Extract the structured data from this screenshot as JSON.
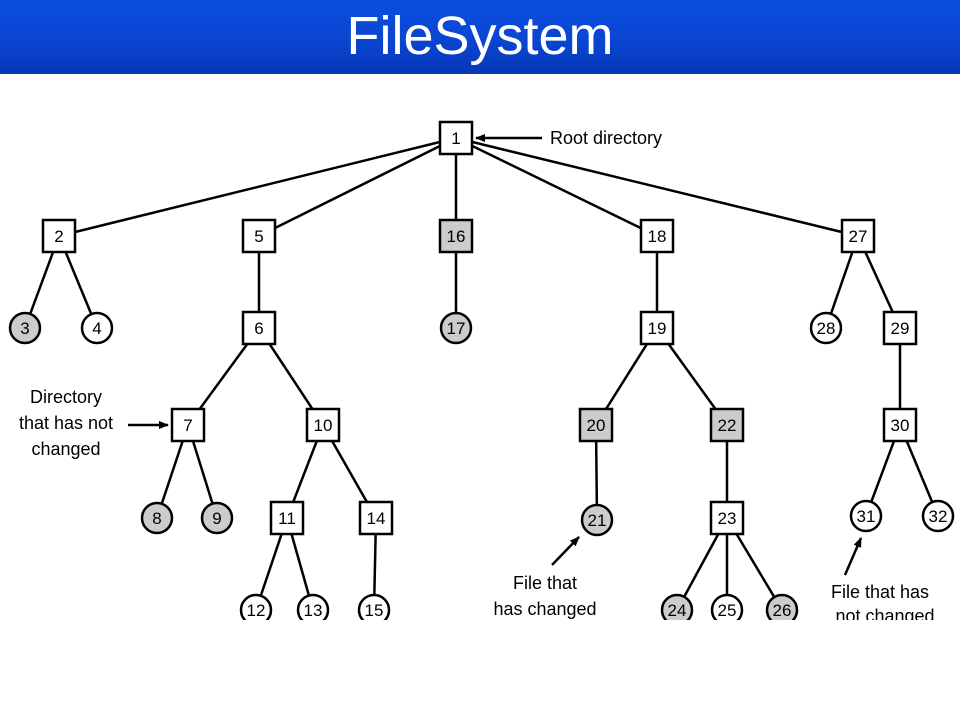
{
  "title": "FileSystem",
  "colors": {
    "title_bar": "#0a45d0",
    "title_text": "#ffffff",
    "changed_fill": "#cccccc",
    "unchanged_fill": "#ffffff"
  },
  "nodes": [
    {
      "id": "1",
      "kind": "directory",
      "changed": false
    },
    {
      "id": "2",
      "kind": "directory",
      "changed": false
    },
    {
      "id": "5",
      "kind": "directory",
      "changed": false
    },
    {
      "id": "16",
      "kind": "directory",
      "changed": true
    },
    {
      "id": "18",
      "kind": "directory",
      "changed": false
    },
    {
      "id": "27",
      "kind": "directory",
      "changed": false
    },
    {
      "id": "3",
      "kind": "file",
      "changed": true
    },
    {
      "id": "4",
      "kind": "file",
      "changed": false
    },
    {
      "id": "6",
      "kind": "directory",
      "changed": false
    },
    {
      "id": "17",
      "kind": "file",
      "changed": true
    },
    {
      "id": "19",
      "kind": "directory",
      "changed": false
    },
    {
      "id": "28",
      "kind": "file",
      "changed": false
    },
    {
      "id": "29",
      "kind": "directory",
      "changed": false
    },
    {
      "id": "7",
      "kind": "directory",
      "changed": false
    },
    {
      "id": "10",
      "kind": "directory",
      "changed": false
    },
    {
      "id": "20",
      "kind": "directory",
      "changed": true
    },
    {
      "id": "22",
      "kind": "directory",
      "changed": true
    },
    {
      "id": "30",
      "kind": "directory",
      "changed": false
    },
    {
      "id": "8",
      "kind": "file",
      "changed": true
    },
    {
      "id": "9",
      "kind": "file",
      "changed": true
    },
    {
      "id": "11",
      "kind": "directory",
      "changed": false
    },
    {
      "id": "14",
      "kind": "directory",
      "changed": false
    },
    {
      "id": "21",
      "kind": "file",
      "changed": true
    },
    {
      "id": "23",
      "kind": "directory",
      "changed": false
    },
    {
      "id": "31",
      "kind": "file",
      "changed": false
    },
    {
      "id": "32",
      "kind": "file",
      "changed": false
    },
    {
      "id": "12",
      "kind": "file",
      "changed": false
    },
    {
      "id": "13",
      "kind": "file",
      "changed": false
    },
    {
      "id": "15",
      "kind": "file",
      "changed": false
    },
    {
      "id": "24",
      "kind": "file",
      "changed": true
    },
    {
      "id": "25",
      "kind": "file",
      "changed": false
    },
    {
      "id": "26",
      "kind": "file",
      "changed": true
    }
  ],
  "edges": [
    [
      "1",
      "2"
    ],
    [
      "1",
      "5"
    ],
    [
      "1",
      "16"
    ],
    [
      "1",
      "18"
    ],
    [
      "1",
      "27"
    ],
    [
      "2",
      "3"
    ],
    [
      "2",
      "4"
    ],
    [
      "5",
      "6"
    ],
    [
      "16",
      "17"
    ],
    [
      "18",
      "19"
    ],
    [
      "27",
      "28"
    ],
    [
      "27",
      "29"
    ],
    [
      "6",
      "7"
    ],
    [
      "6",
      "10"
    ],
    [
      "19",
      "20"
    ],
    [
      "19",
      "22"
    ],
    [
      "29",
      "30"
    ],
    [
      "7",
      "8"
    ],
    [
      "7",
      "9"
    ],
    [
      "10",
      "11"
    ],
    [
      "10",
      "14"
    ],
    [
      "20",
      "21"
    ],
    [
      "22",
      "23"
    ],
    [
      "30",
      "31"
    ],
    [
      "30",
      "32"
    ],
    [
      "11",
      "12"
    ],
    [
      "11",
      "13"
    ],
    [
      "14",
      "15"
    ],
    [
      "23",
      "24"
    ],
    [
      "23",
      "25"
    ],
    [
      "23",
      "26"
    ]
  ],
  "annotations": {
    "root": {
      "lines": [
        "Root directory"
      ]
    },
    "dir_unchanged": {
      "lines": [
        "Directory",
        "that has not",
        "changed"
      ]
    },
    "file_changed": {
      "lines": [
        "File that",
        "has changed"
      ]
    },
    "file_unchanged": {
      "lines": [
        "File that has",
        "not changed"
      ]
    }
  }
}
